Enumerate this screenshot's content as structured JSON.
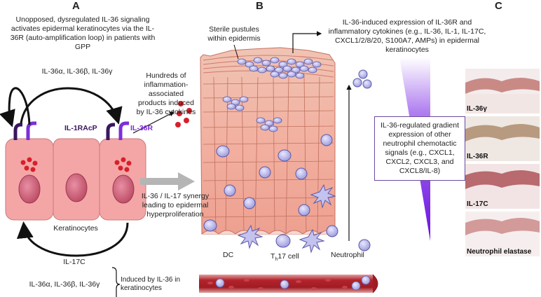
{
  "panels": {
    "a": "A",
    "b": "B",
    "c": "C"
  },
  "panel_a": {
    "intro": "Unopposed, dysregulated IL-36 signaling activates epidermal keratinocytes via the IL-36R (auto-amplification loop) in patients with GPP",
    "cytokines_top": "IL-36α, IL-36β, IL-36γ",
    "products": "Hundreds of inflammation-associated products induced by IL-36 cytokines",
    "il1racp": "IL-1RAcP",
    "il36r": "IL-36R",
    "keratinocytes": "Keratinocytes",
    "il17c": "IL-17C",
    "cytokines_bottom": "IL-36α, IL-36β, IL-36γ",
    "induced": "Induced by IL-36 in keratinocytes"
  },
  "panel_b": {
    "pustules": "Sterile pustules within epidermis",
    "synergy": "IL-36 / IL-17 synergy leading to epidermal hyperproliferation",
    "expression": "IL-36-induced expression of IL-36R and inflammatory cytokines (e.g., IL-36, IL-1, IL-17C, CXCL1/2/8/20, S100A7, AMPs) in epidermal keratinocytes",
    "gradient": "IL-36-regulated gradient expression of other neutrophil chemotactic signals (e.g., CXCL1, CXCL2, CXCL3, and CXCL8/IL-8)",
    "dc": "DC",
    "th17": "T",
    "th17_sub": "h",
    "th17_rest": "17 cell",
    "neutrophil": "Neutrophil"
  },
  "panel_c": {
    "images": [
      "IL-36γ",
      "IL-36R",
      "IL-17C",
      "Neutrophil elastase"
    ]
  },
  "colors": {
    "cell_pink": "#f4a6a6",
    "epidermis": "#f2b3a0",
    "purple": "#7b2fd9",
    "dark_purple": "#3a1660",
    "dot_red": "#d8202a",
    "vessel": "#b3242c",
    "immune": "#b9b6e8"
  }
}
